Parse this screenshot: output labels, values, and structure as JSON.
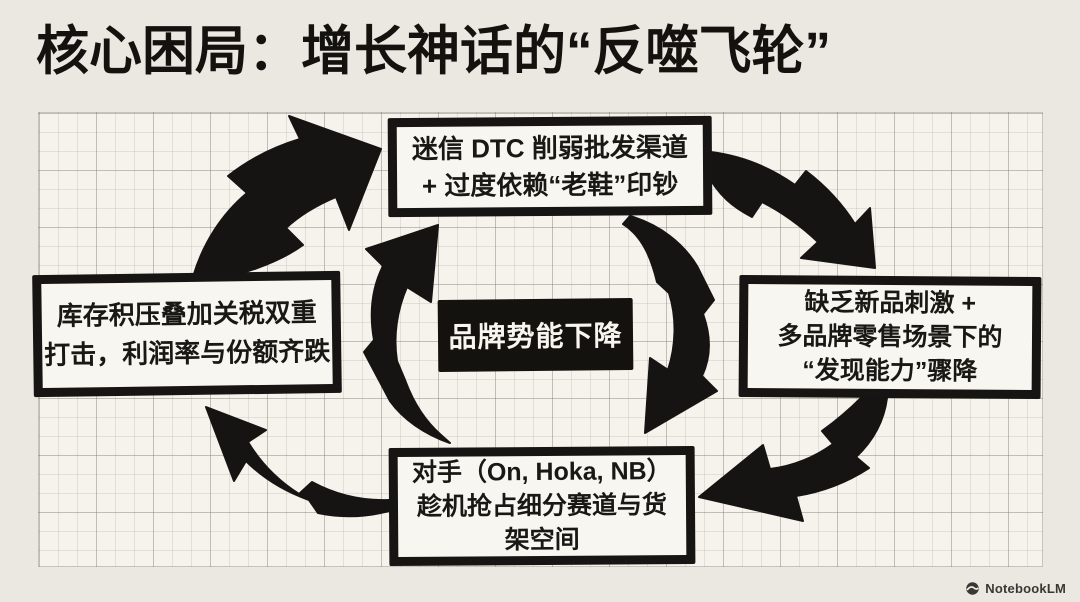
{
  "title": "核心困局：增长神话的“反噬飞轮”",
  "nodes": {
    "top": {
      "lines": [
        "迷信 DTC 削弱批发渠道",
        "+ 过度依赖“老鞋”印钞"
      ]
    },
    "right": {
      "lines": [
        "缺乏新品刺激 +",
        "多品牌零售场景下的",
        "“发现能力”骤降"
      ]
    },
    "bottom": {
      "lines": [
        "对手（On, Hoka, NB）",
        "趁机抢占细分赛道与货",
        "架空间"
      ]
    },
    "left": {
      "lines": [
        "库存积压叠加关税双重",
        "打击，利润率与份额齐跌"
      ]
    },
    "center": {
      "label": "品牌势能下降"
    }
  },
  "flow": {
    "direction": "clockwise",
    "edges": [
      {
        "from": "left",
        "to": "top"
      },
      {
        "from": "top",
        "to": "right"
      },
      {
        "from": "right",
        "to": "bottom"
      },
      {
        "from": "bottom",
        "to": "left"
      }
    ]
  },
  "footer": {
    "brand": "NotebookLM"
  },
  "colors": {
    "ink": "#161412",
    "paper": "#ebe8e1",
    "grid_bg": "#f5f3ec",
    "center_bg": "#14120f",
    "center_text": "#f7f5ee"
  }
}
